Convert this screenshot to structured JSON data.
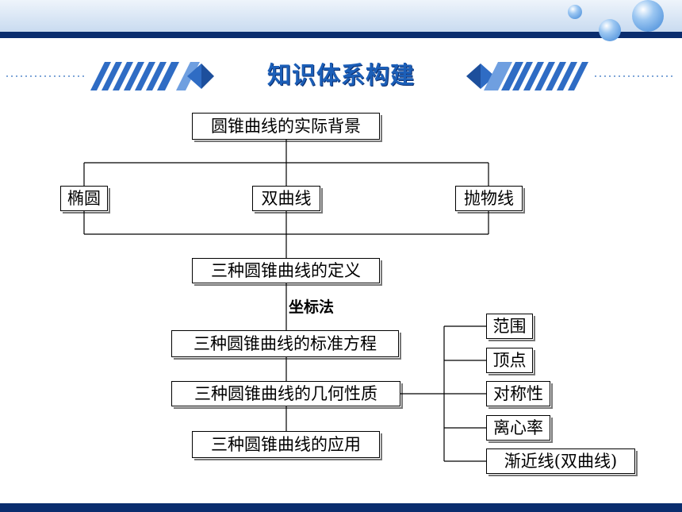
{
  "banner": {
    "title": "知识体系构建"
  },
  "nodes": {
    "background": "圆锥曲线的实际背景",
    "ellipse": "椭圆",
    "hyperbola": "双曲线",
    "parabola": "抛物线",
    "definition": "三种圆锥曲线的定义",
    "equation": "三种圆锥曲线的标准方程",
    "properties": "三种圆锥曲线的几何性质",
    "application": "三种圆锥曲线的应用"
  },
  "edge_label": "坐标法",
  "property_items": [
    "范围",
    "顶点",
    "对称性",
    "离心率",
    "渐近线(双曲线)"
  ],
  "colors": {
    "header_bar": "#0a2d6e",
    "banner_text": "#1c5fb8",
    "bubble": "#3f86d6"
  }
}
